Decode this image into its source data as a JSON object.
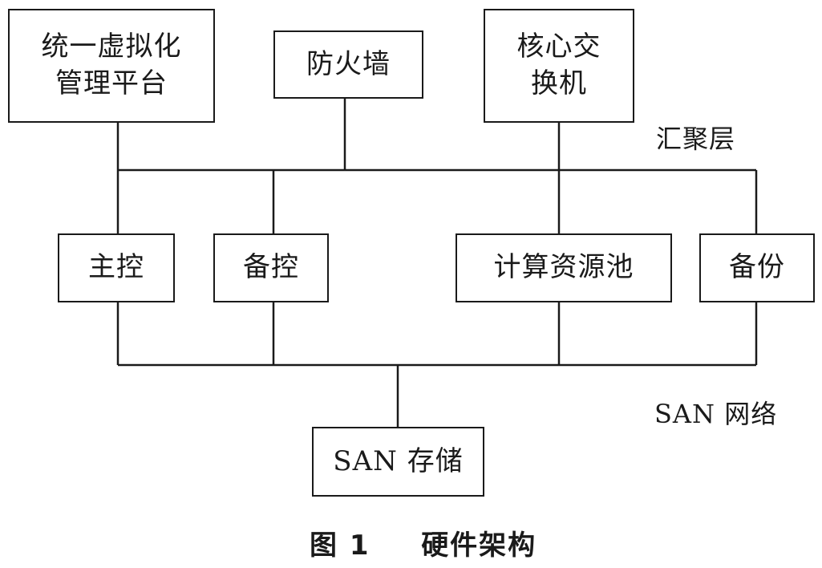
{
  "nodes": {
    "platform": "统一虚拟化\n管理平台",
    "firewall": "防火墙",
    "core_switch": "核心交\n换机",
    "main_ctrl": "主控",
    "backup_ctrl": "备控",
    "compute_pool": "计算资源池",
    "backup": "备份",
    "san_storage": "SAN 存储"
  },
  "labels": {
    "aggregation_layer": "汇聚层",
    "san_network": "SAN 网络"
  },
  "caption": {
    "figure_no": "图 1",
    "title": "硬件架构"
  }
}
